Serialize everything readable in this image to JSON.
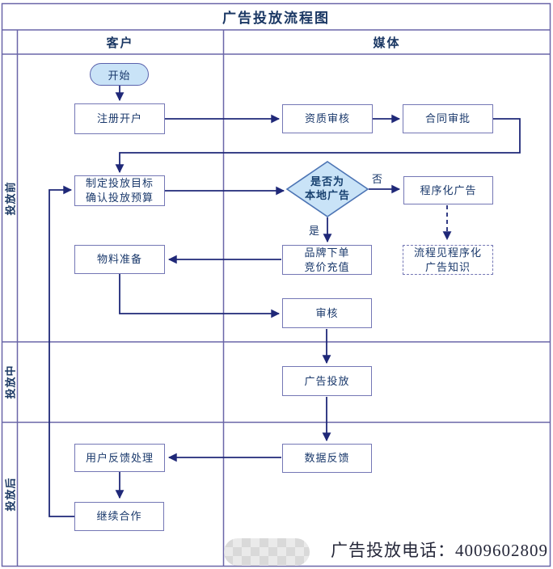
{
  "title": "广告投放流程图",
  "columns": {
    "customer": "客户",
    "media": "媒体"
  },
  "lanes": {
    "pre": "投放前",
    "mid": "投放中",
    "post": "投放后"
  },
  "nodes": {
    "start": "开始",
    "register": "注册开户",
    "qualification": "资质审核",
    "contract": "合同审批",
    "goal": {
      "l1": "制定投放目标",
      "l2": "确认投放预算"
    },
    "decision": {
      "l1": "是否为",
      "l2": "本地广告"
    },
    "programmatic": "程序化广告",
    "prog_ref": {
      "l1": "流程见程序化",
      "l2": "广告知识"
    },
    "order": {
      "l1": "品牌下单",
      "l2": "竞价充值"
    },
    "material": "物料准备",
    "review": "审核",
    "delivery": "广告投放",
    "feedback_handle": "用户反馈处理",
    "data_feedback": "数据反馈",
    "continue_coop": "继续合作"
  },
  "edge_labels": {
    "no": "否",
    "yes": "是"
  },
  "footer": {
    "phone_text": "广告投放电话：4009602809"
  },
  "colors": {
    "grid": "#6A66A8",
    "connector": "#1F2878",
    "box_border": "#7477B5",
    "light_blue_fill": "#C9E3F7",
    "diamond_border": "#4C74B4",
    "text_navy": "#19386B"
  }
}
